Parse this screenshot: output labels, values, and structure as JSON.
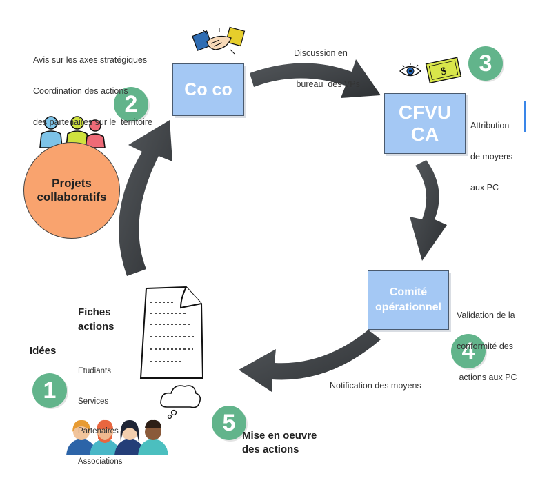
{
  "nodes": {
    "coco": "Co co",
    "cfvu_line1": "CFVU",
    "cfvu_line2": "CA",
    "comite_line1": "Comité",
    "comite_line2": "opérationnel",
    "projets_line1": "Projets",
    "projets_line2": "collaboratifs"
  },
  "steps": [
    "1",
    "2",
    "3",
    "4",
    "5"
  ],
  "labels": {
    "avis": [
      "Avis sur les axes stratégiques",
      "Coordination des actions",
      "des partenaires sur le  territoire"
    ],
    "discussion": [
      "Discussion en",
      " bureau  des VPs"
    ],
    "attribution": [
      "Attribution",
      "de moyens",
      "aux PC"
    ],
    "validation": [
      "Validation de la",
      "conformité des",
      " actions aux PC"
    ],
    "notification": "Notification des moyens",
    "fiches": [
      "Fiches",
      "actions"
    ],
    "idees": "Idées",
    "participants": [
      "Etudiants",
      "Services",
      "Partenaires",
      "Associations"
    ],
    "mise": [
      "Mise en oeuvre",
      "des actions"
    ]
  },
  "icons": [
    "handshake-icon",
    "eye-icon",
    "money-icon",
    "document-icon",
    "thought-cloud-icon",
    "people-group-icon",
    "avatars-icon"
  ],
  "colors": {
    "box_fill": "#a4c8f4",
    "step_badge": "#62b48b",
    "projets_circle": "#f9a36e",
    "arrow": "#3f4346"
  }
}
